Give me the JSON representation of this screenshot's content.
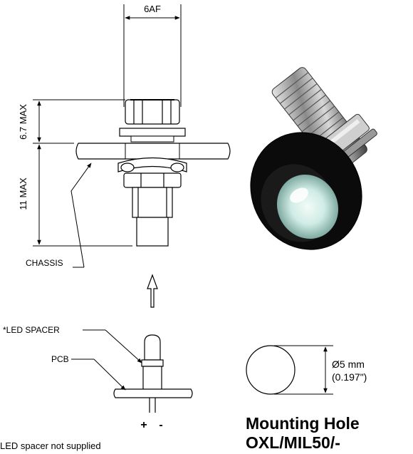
{
  "dimensions": {
    "hex_width": "6AF",
    "height_above_chassis": "6.7 MAX",
    "height_below_chassis": "11 MAX"
  },
  "labels": {
    "chassis": "CHASSIS",
    "led_spacer": "*LED SPACER",
    "pcb": "PCB",
    "polarity_plus": "+",
    "polarity_minus": "-"
  },
  "mounting_hole": {
    "diameter_mm": "Ø5 mm",
    "diameter_in": "(0.197\")",
    "title": "Mounting Hole",
    "part_number": "OXL/MIL50/-"
  },
  "footnote": "LED spacer not supplied"
}
